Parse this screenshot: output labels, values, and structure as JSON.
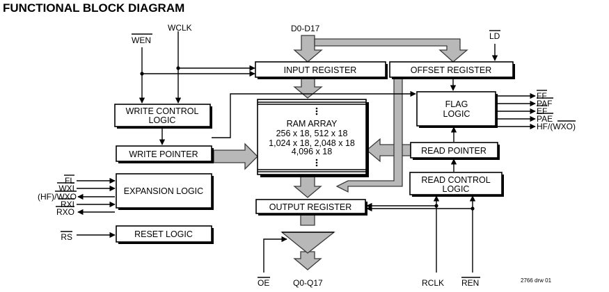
{
  "title": "FUNCTIONAL BLOCK DIAGRAM",
  "blocks": {
    "input_register": "INPUT REGISTER",
    "offset_register": "OFFSET REGISTER",
    "write_control_1": "WRITE CONTROL",
    "write_control_2": "LOGIC",
    "flag_logic_1": "FLAG",
    "flag_logic_2": "LOGIC",
    "ram_array_1": "RAM ARRAY",
    "ram_array_2": "256 x 18, 512 x 18",
    "ram_array_3": "1,024 x 18, 2,048 x 18",
    "ram_array_4": "4,096 x 18",
    "write_pointer": "WRITE POINTER",
    "read_pointer": "READ POINTER",
    "read_control_1": "READ CONTROL",
    "read_control_2": "LOGIC",
    "expansion_logic": "EXPANSION LOGIC",
    "output_register": "OUTPUT REGISTER",
    "reset_logic": "RESET LOGIC"
  },
  "signals": {
    "wen": "WEN",
    "wclk": "WCLK",
    "d_in": "D0-D17",
    "ld": "LD",
    "ff": "FF",
    "paf": "PAF",
    "ef": "EF",
    "pae": "PAE",
    "hf_wxo_prefix": "HF/(",
    "hf_wxo_bar": "WXO",
    "hf_wxo_suffix": ")",
    "fl": "FL",
    "wxi": "WXI",
    "hf_prefix": "(HF)/",
    "wxo": "WXO",
    "rxi": "RXI",
    "rxo": "RXO",
    "rs": "RS",
    "oe": "OE",
    "q_out": "Q0-Q17",
    "rclk": "RCLK",
    "ren": "REN"
  },
  "drawing_number": "2766 drw 01"
}
